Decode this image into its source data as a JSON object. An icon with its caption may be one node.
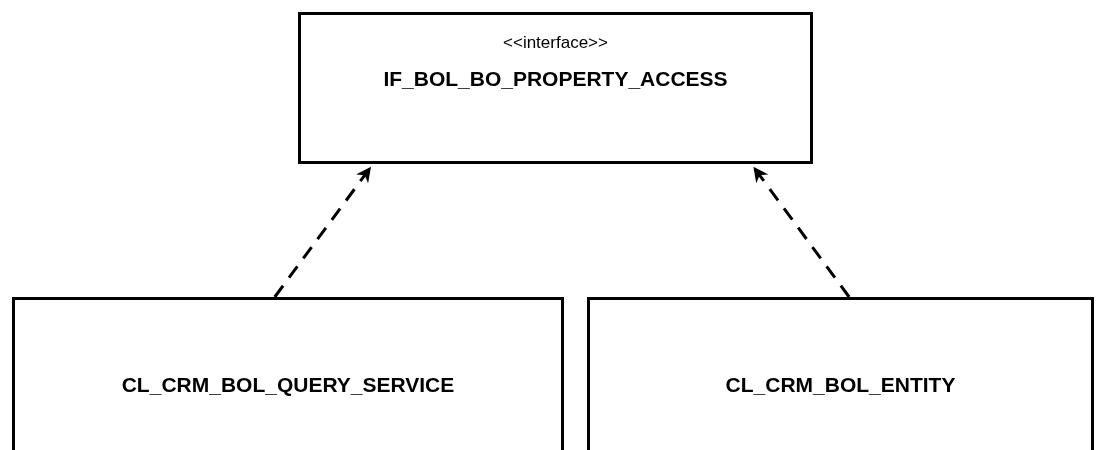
{
  "diagram": {
    "nodes": [
      {
        "text": [
          "<<interface>>",
          "IF_BOL_BO_PROPERTY_ACCESS"
        ]
      },
      {
        "text": [
          "CL_CRM_BOL_QUERY_SERVICE"
        ]
      },
      {
        "text": [
          "CL_CRM_BOL_ENTITY"
        ]
      }
    ],
    "edges": [
      {
        "from": 1,
        "to": 0,
        "arrow": "to",
        "style": "dashed"
      },
      {
        "from": 2,
        "to": 0,
        "arrow": "to",
        "style": "dashed"
      }
    ]
  }
}
